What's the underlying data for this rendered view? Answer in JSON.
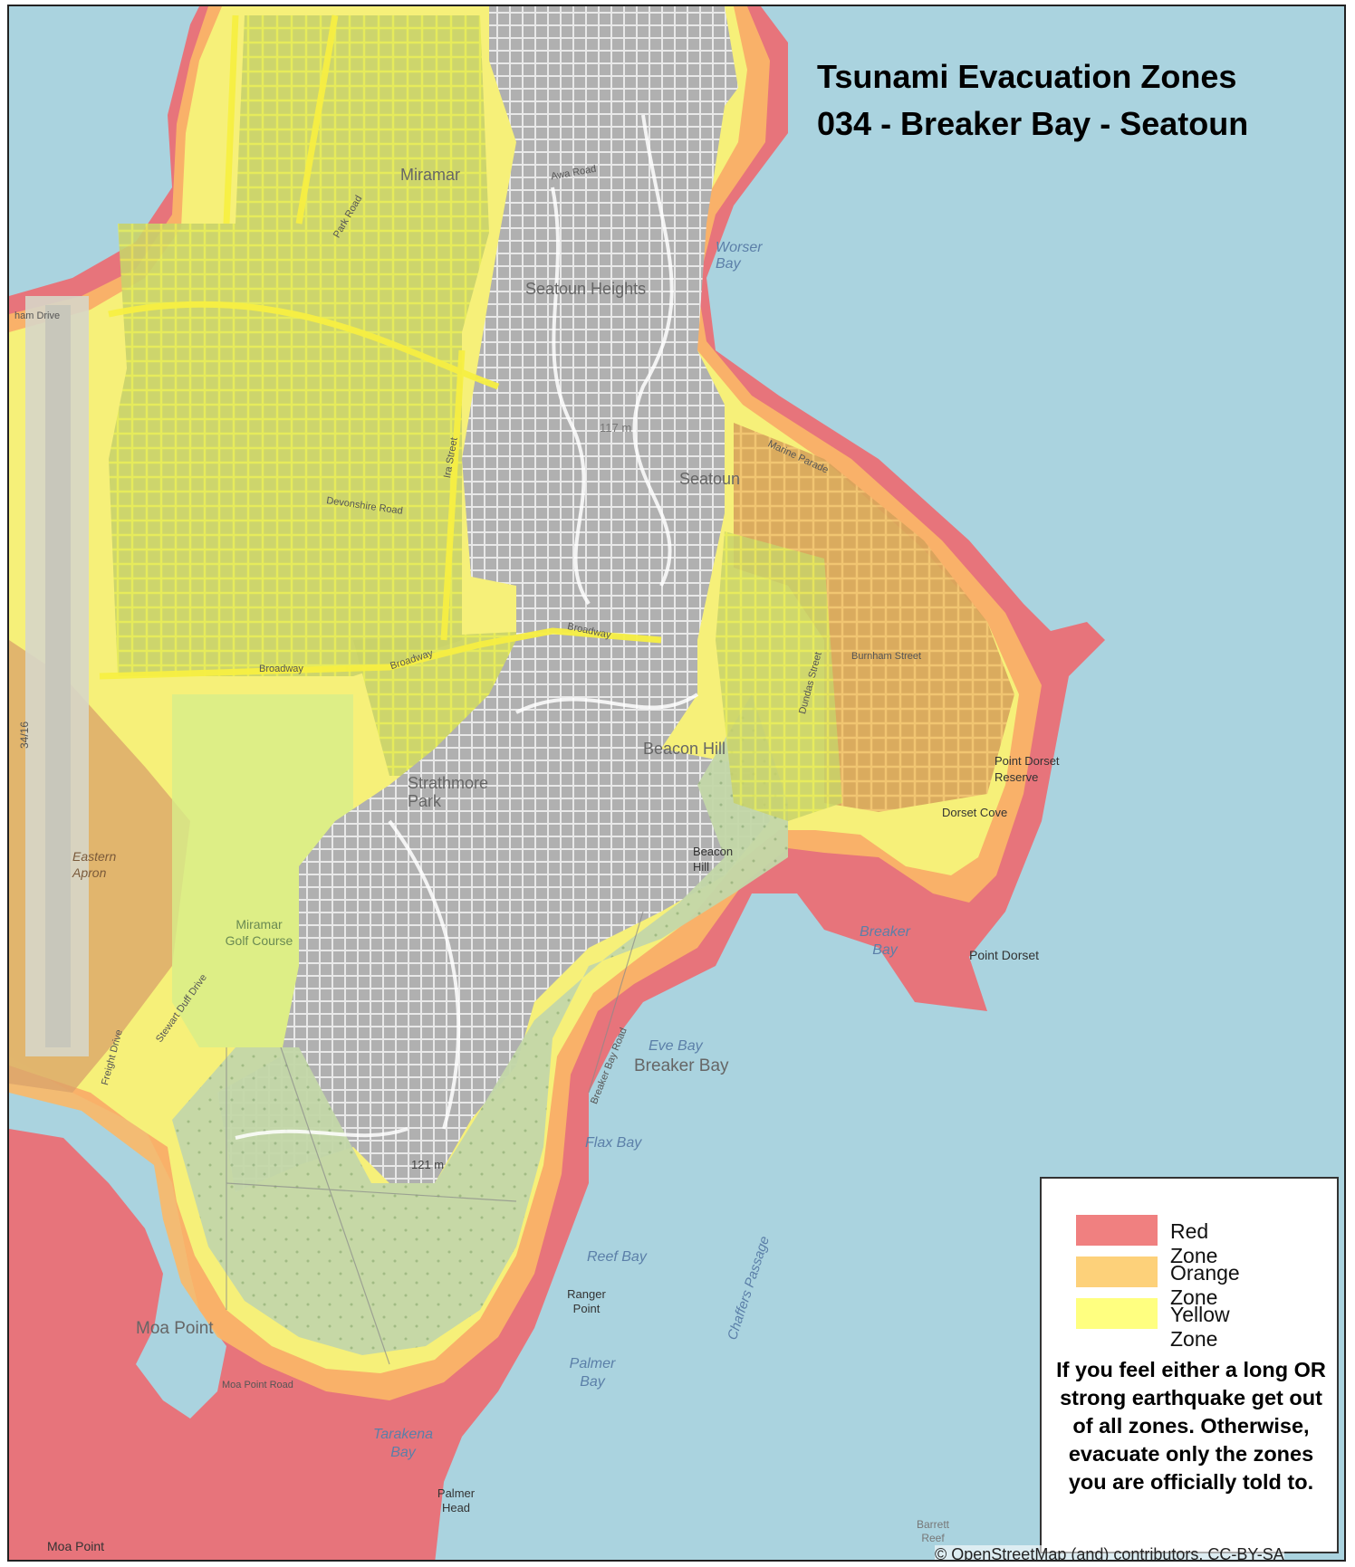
{
  "title": {
    "line1": "Tsunami Evacuation Zones",
    "line2": "034 - Breaker Bay - Seatoun"
  },
  "legend": {
    "items": [
      {
        "label": "Red Zone",
        "color": "#f08080"
      },
      {
        "label": "Orange Zone",
        "color": "#fdd17a"
      },
      {
        "label": "Yellow Zone",
        "color": "#ffff80"
      }
    ],
    "warning": "If you feel either a long OR strong earthquake get out of all zones. Otherwise, evacuate only the zones you are officially told to."
  },
  "attribution": "© OpenStreetMap (and) contributors, CC-BY-SA",
  "map_labels": {
    "worser_bay": "Worser Bay",
    "seatoun_heights": "Seatoun Heights",
    "seatoun": "Seatoun",
    "miramar": "Miramar",
    "strathmore_park": "Strathmore Park",
    "beacon_hill": "Beacon Hill",
    "beacon_hill_peak": "Beacon Hill",
    "point_dorset_reserve": "Point Dorset Reserve",
    "dorset_cove": "Dorset Cove",
    "breaker_bay_water": "Breaker Bay",
    "point_dorset": "Point Dorset",
    "eve_bay": "Eve Bay",
    "breaker_bay_suburb": "Breaker Bay",
    "flax_bay": "Flax Bay",
    "reef_bay": "Reef Bay",
    "ranger_point": "Ranger Point",
    "palmer_bay": "Palmer Bay",
    "chaffers_passage": "Chaffers Passage",
    "tarakena_bay": "Tarakena Bay",
    "palmer_head": "Palmer Head",
    "moa_point": "Moa Point",
    "moa_point_south": "Moa Point",
    "moa_point_road": "Moa Point Road",
    "barrett_reef": "Barrett Reef",
    "miramar_golf_course": "Miramar Golf Course",
    "eastern_apron": "Eastern Apron",
    "peak_117": "117 m",
    "peak_121": "121 m",
    "broadway_w": "Broadway",
    "broadway_c": "Broadway",
    "broadway_e": "Broadway",
    "stewart_duff": "Stewart Duff Drive",
    "freight_drive": "Freight Drive",
    "runway": "34/16",
    "breaker_bay_road": "Breaker Bay Road",
    "ava_road": "Awa Road",
    "marine_parade": "Marine Parade",
    "burnham_street": "Burnham Street",
    "dundas_street": "Dundas Street",
    "ira_street": "Ira Street",
    "devonshire_road": "Devonshire Road",
    "park_road": "Park Road",
    "rongotai_drive": "ham Drive"
  }
}
